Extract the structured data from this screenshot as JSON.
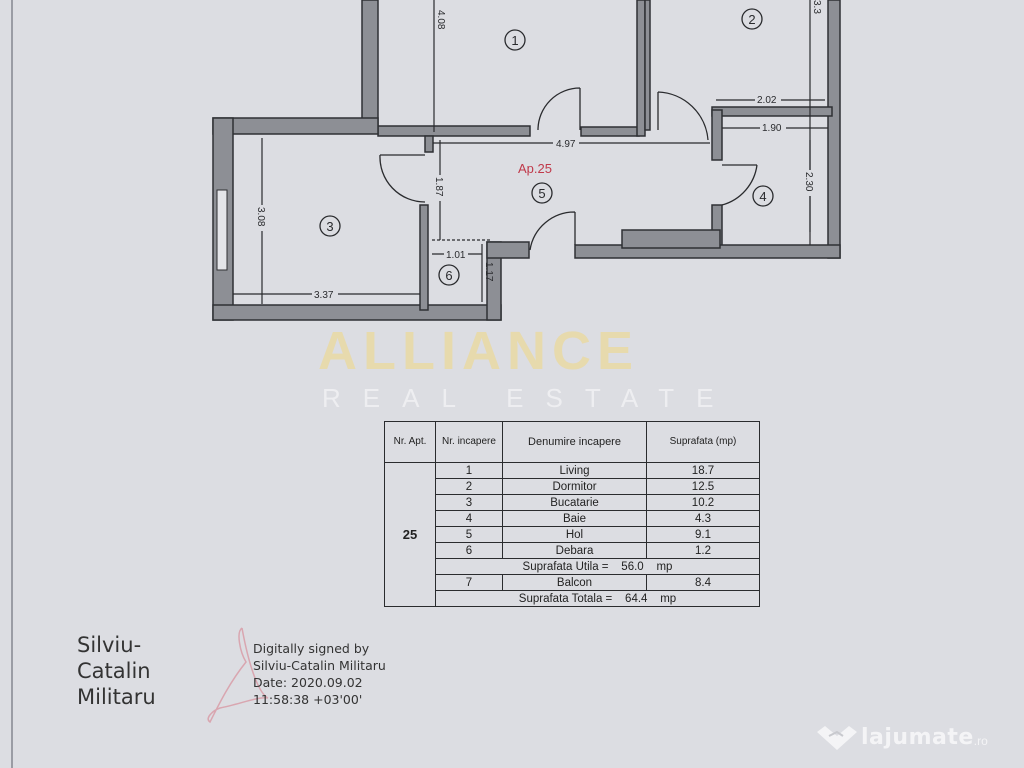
{
  "plan": {
    "apartment_label": "Ap.25",
    "room_numbers": [
      "1",
      "2",
      "3",
      "4",
      "5",
      "6"
    ],
    "dimensions": {
      "room1_height": "4.08",
      "room2_height": "3.3",
      "room2_width": "2.02",
      "bath_width": "1.90",
      "hall_length": "4.97",
      "hall_width": "1.87",
      "kitchen_height": "3.08",
      "kitchen_width": "3.37",
      "storage_width": "1.01",
      "storage_height": "1.17",
      "bath_height": "2.30"
    },
    "label_color": "#c0394a"
  },
  "watermark": {
    "line1": "ALLIANCE",
    "line2": "REAL ESTATE"
  },
  "table": {
    "headers": [
      "Nr. Apt.",
      "Nr. incapere",
      "Denumire incapere",
      "Suprafata (mp)"
    ],
    "apartment": "25",
    "rows": [
      {
        "nr": "1",
        "name": "Living",
        "area": "18.7"
      },
      {
        "nr": "2",
        "name": "Dormitor",
        "area": "12.5"
      },
      {
        "nr": "3",
        "name": "Bucatarie",
        "area": "10.2"
      },
      {
        "nr": "4",
        "name": "Baie",
        "area": "4.3"
      },
      {
        "nr": "5",
        "name": "Hol",
        "area": "9.1"
      },
      {
        "nr": "6",
        "name": "Debara",
        "area": "1.2"
      }
    ],
    "usable": {
      "label": "Suprafata Utila =",
      "value": "56.0",
      "unit": "mp"
    },
    "balcony": {
      "nr": "7",
      "name": "Balcon",
      "area": "8.4"
    },
    "total": {
      "label": "Suprafata Totala =",
      "value": "64.4",
      "unit": "mp"
    }
  },
  "signature": {
    "name_lines": [
      "Silviu-",
      "Catalin",
      "Militaru"
    ],
    "info_lines": [
      "Digitally signed by",
      "Silviu-Catalin Militaru",
      "Date: 2020.09.02",
      "11:58:38 +03'00'"
    ]
  },
  "brand": {
    "name": "lajumate",
    "tld": ".ro"
  }
}
